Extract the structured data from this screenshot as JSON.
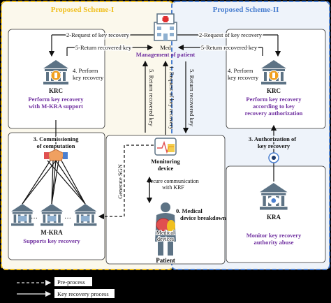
{
  "schemes": {
    "left_title": "Proposed Scheme-I",
    "right_title": "Proposed Scheme-II"
  },
  "med": {
    "label": "Med",
    "caption": "Management of patient"
  },
  "arrows": {
    "req_left": "2-Request of key recovery",
    "ret_left": "5-Return recovered key",
    "req_right": "2-Request of key recovery",
    "ret_right": "5-Return recovered key",
    "v_request": "1. Request of key recovery",
    "v_return_l": "5. Return recovered key",
    "v_return_r": "5. Return recovered key",
    "generate": "Generate SGN"
  },
  "left": {
    "perform": "4. Perform key recovery",
    "krc": "KRC",
    "krc_caption": "Perform key recovery with M-KRA support",
    "commission": "3. Commissioning of computation",
    "mkra": "M-KRA",
    "mkra_caption": "Supports key recovery"
  },
  "center": {
    "monitor": "Monitoring device",
    "secure": "Secure communication with KRF",
    "breakdown": "0. Medical device breakdown",
    "medical": "Medical devices",
    "patient": "Patient"
  },
  "right": {
    "perform": "4. Perform key recovery",
    "krc": "KRC",
    "krc_caption": "Perform key recovery according to key recovery authorization",
    "authorization": "3. Authorization of key recovery",
    "kra": "KRA",
    "kra_caption": "Monitor key recovery authority abuse"
  },
  "legend": {
    "preprocess": "Pre-process",
    "keyrecovery": "Key recovery process"
  },
  "colors": {
    "left_title": "#f0c020",
    "right_title": "#4a7fd0",
    "left_bg": "#fbf8ec",
    "right_bg": "#eef3fa",
    "caption": "#7030a0",
    "icon": "#5d7385"
  }
}
